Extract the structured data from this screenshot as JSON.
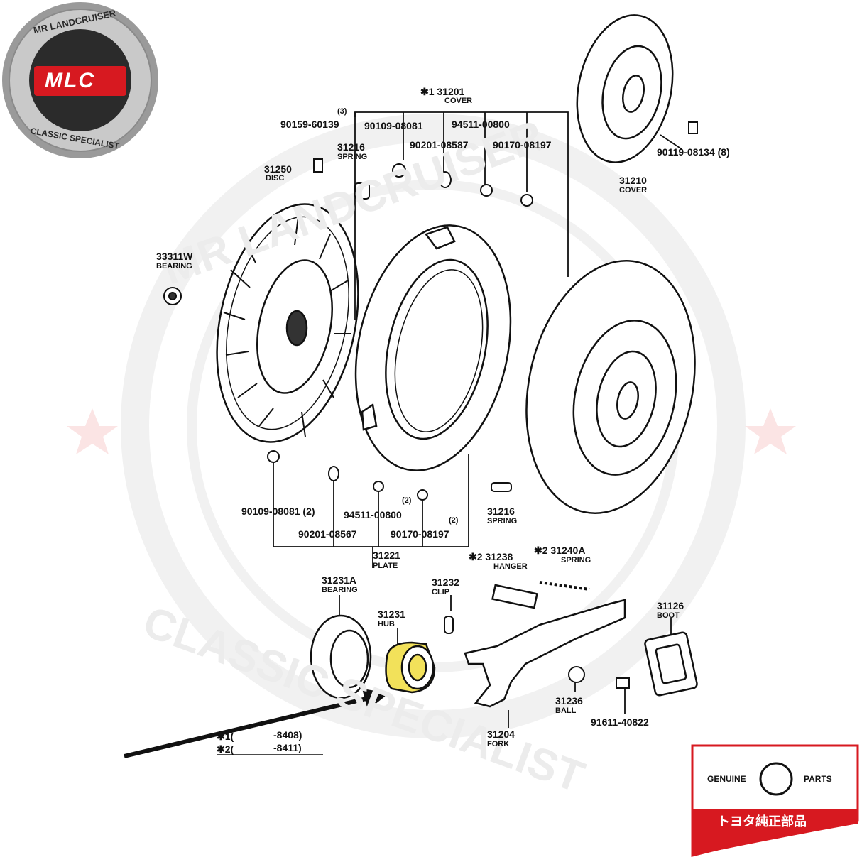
{
  "brand": {
    "top_text": "MR LANDCRUISER",
    "bottom_text": "CLASSIC SPECIALIST",
    "mark": "MLC",
    "colors": {
      "red": "#d71920",
      "dark": "#2b2b2b",
      "gray": "#9a9a9a"
    }
  },
  "watermark": {
    "top": "MR LANDCRUISER",
    "bottom": "CLASSIC SPECIALIST"
  },
  "genuine_badge": {
    "left": "GENUINE",
    "right": "PARTS",
    "japanese": "トヨタ純正部品"
  },
  "parts": {
    "p31201": {
      "num": "✱1 31201",
      "name": "COVER"
    },
    "p90159": {
      "num": "90159-60139",
      "qty": "(3)"
    },
    "p90109_top": {
      "num": "90109-08081"
    },
    "p94511_top": {
      "num": "94511-00800"
    },
    "p90201_top": {
      "num": "90201-08587"
    },
    "p90170_top": {
      "num": "90170-08197"
    },
    "p31216_top": {
      "num": "31216",
      "name": "SPRING"
    },
    "p31250": {
      "num": "31250",
      "name": "DISC"
    },
    "p31210": {
      "num": "31210",
      "name": "COVER"
    },
    "p90119": {
      "num": "90119-08134 (8)"
    },
    "p33311": {
      "num": "33311W",
      "name": "BEARING"
    },
    "p90109_bot": {
      "num": "90109-08081 (2)"
    },
    "p90201_bot": {
      "num": "90201-08567"
    },
    "p94511_bot": {
      "num": "94511-00800"
    },
    "p90170_bot": {
      "num": "90170-08197",
      "qty1": "(2)",
      "qty2": "(2)"
    },
    "p31216_bot": {
      "num": "31216",
      "name": "SPRING"
    },
    "p31221": {
      "num": "31221",
      "name": "PLATE"
    },
    "p31238": {
      "num": "✱2 31238",
      "name": "HANGER"
    },
    "p31240": {
      "num": "✱2 31240A",
      "name": "SPRING"
    },
    "p31231A": {
      "num": "31231A",
      "name": "BEARING"
    },
    "p31232": {
      "num": "31232",
      "name": "CLIP"
    },
    "p31231": {
      "num": "31231",
      "name": "HUB"
    },
    "p31126": {
      "num": "31126",
      "name": "BOOT"
    },
    "p31236": {
      "num": "31236",
      "name": "BALL"
    },
    "p91611": {
      "num": "91611-40822"
    },
    "p31204": {
      "num": "31204",
      "name": "FORK"
    }
  },
  "footnotes": {
    "n1_mark": "✱1(",
    "n1_val": "-8408)",
    "n2_mark": "✱2(",
    "n2_val": "-8411)"
  },
  "highlight": {
    "part": "31231",
    "color": "#f2e15a"
  }
}
